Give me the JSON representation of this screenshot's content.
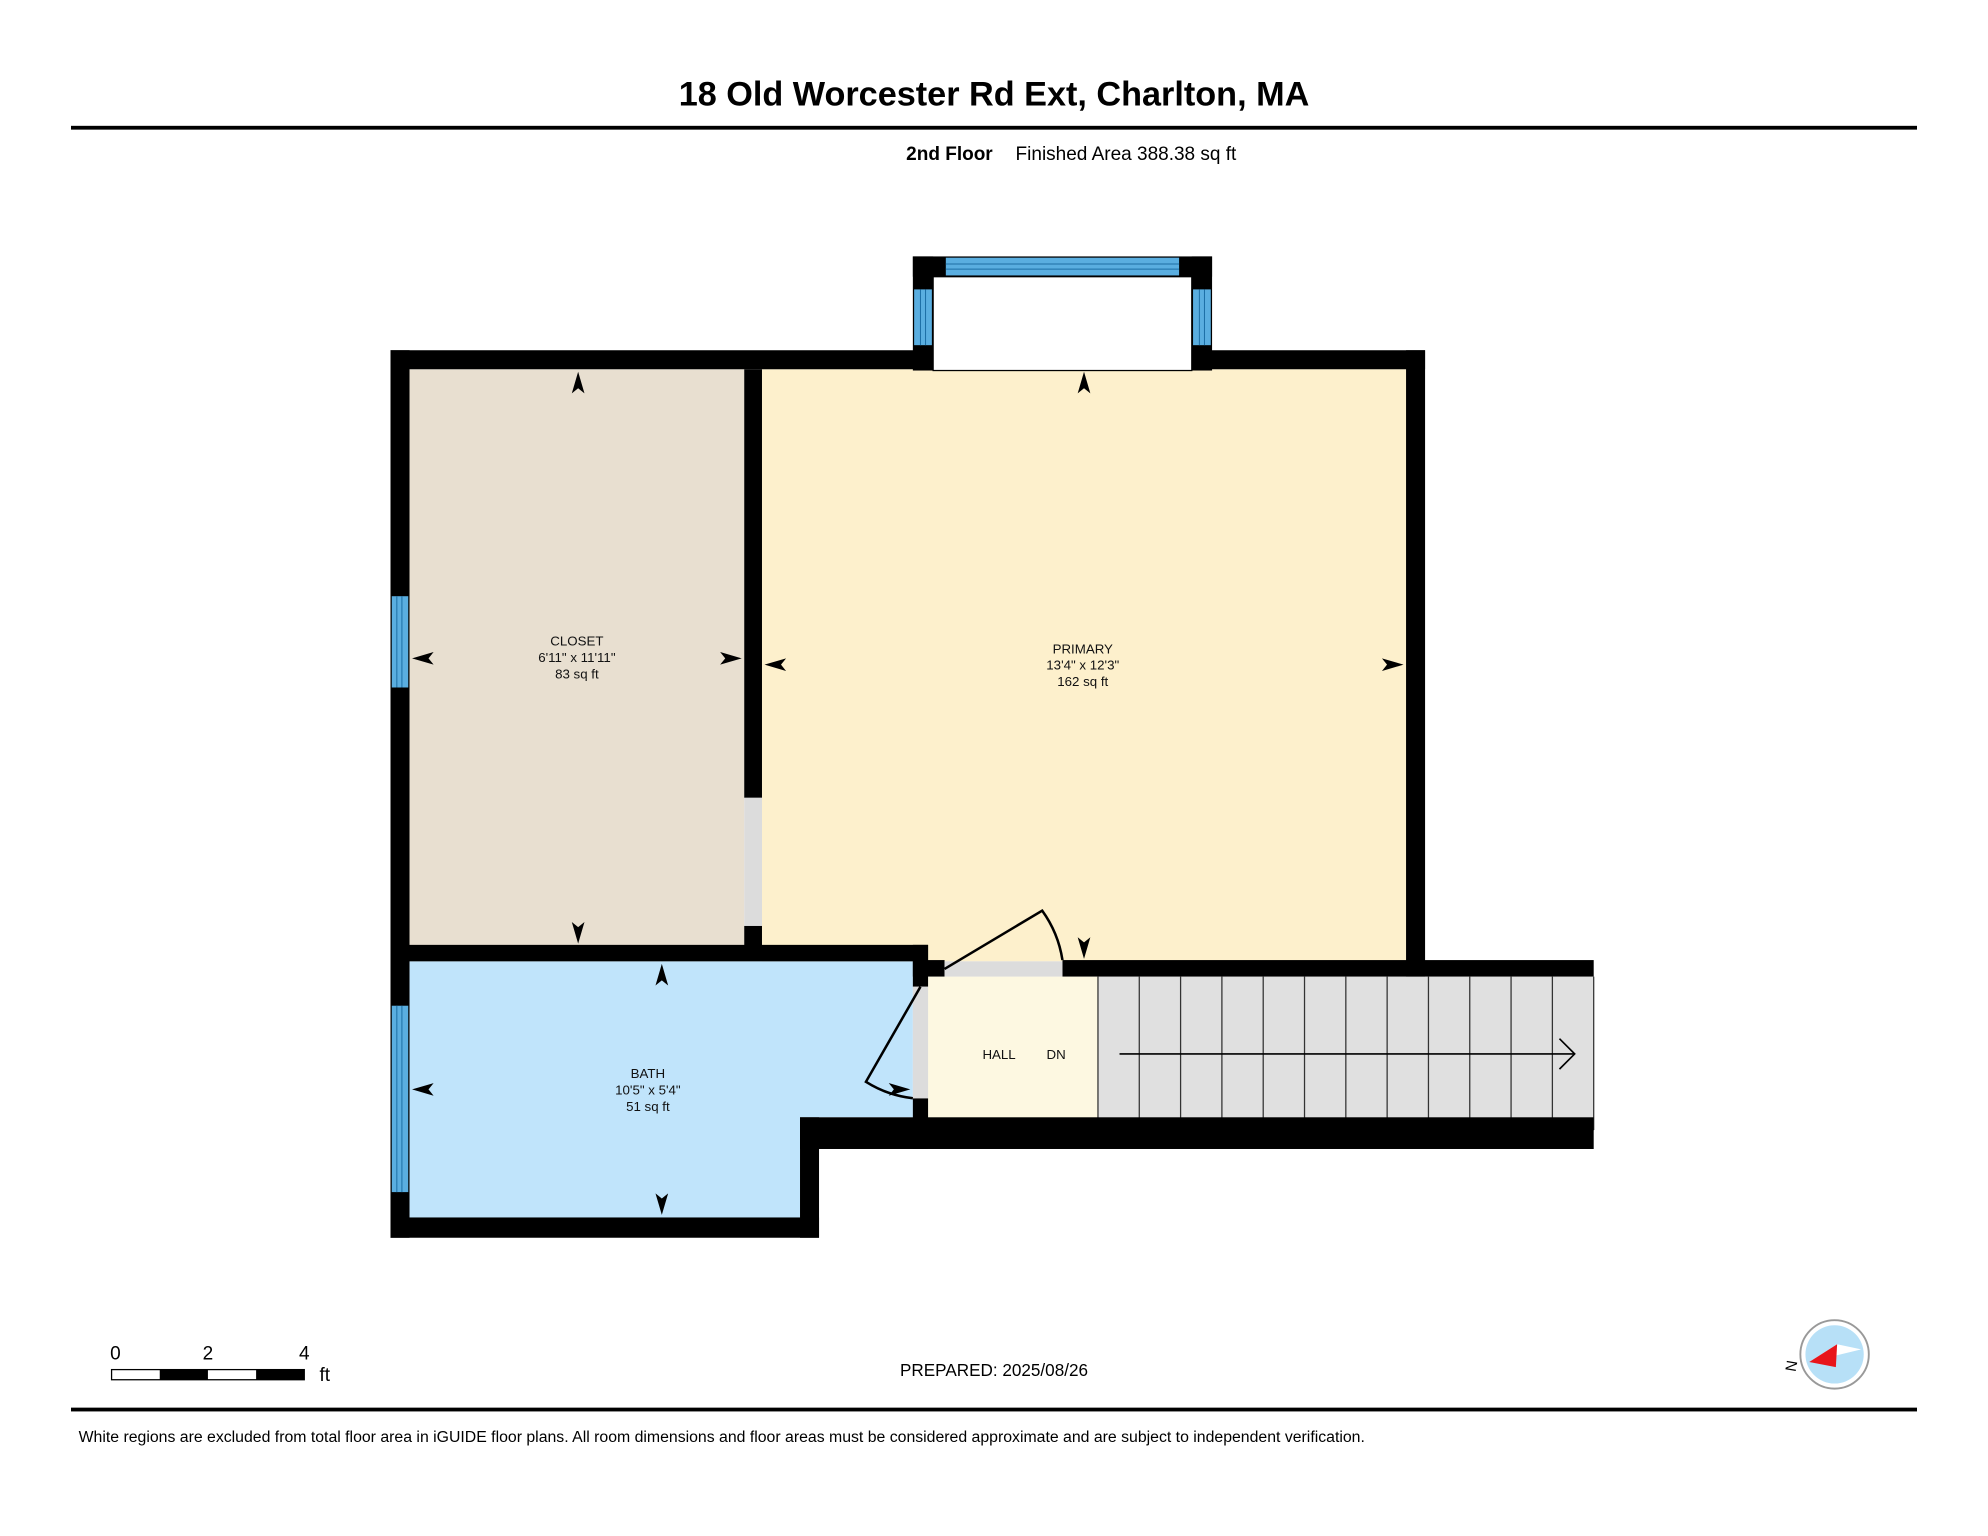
{
  "header": {
    "title": "18 Old Worcester Rd Ext, Charlton, MA",
    "floor": "2nd Floor",
    "finished_area": "Finished Area 388.38 sq ft"
  },
  "rooms": [
    {
      "name": "CLOSET",
      "dims": "6'11\" x 11'11\"",
      "area": "83 sq ft",
      "color": "#e8dfd0"
    },
    {
      "name": "PRIMARY",
      "dims": "13'4\" x 12'3\"",
      "area": "162 sq ft",
      "color": "#fdf0cc"
    },
    {
      "name": "BATH",
      "dims": "10'5\" x 5'4\"",
      "area": "51 sq ft",
      "color": "#c0e4fb"
    },
    {
      "name": "HALL",
      "color": "#fdf8e1"
    }
  ],
  "stairs": {
    "label": "DN",
    "color": "#e0e0e0"
  },
  "scale_bar": {
    "ticks": [
      "0",
      "2",
      "4"
    ],
    "unit": "ft"
  },
  "prepared": "PREPARED: 2025/08/26",
  "compass": {
    "label": "N"
  },
  "footer": "White regions are excluded from total floor area in iGUIDE floor plans. All room dimensions and floor areas must be considered approximate and are subject to independent verification.",
  "colors": {
    "window": "#5aaee0",
    "wall": "#000000",
    "compass_fill": "#b7e0f7",
    "compass_needle": "#e8151b"
  }
}
